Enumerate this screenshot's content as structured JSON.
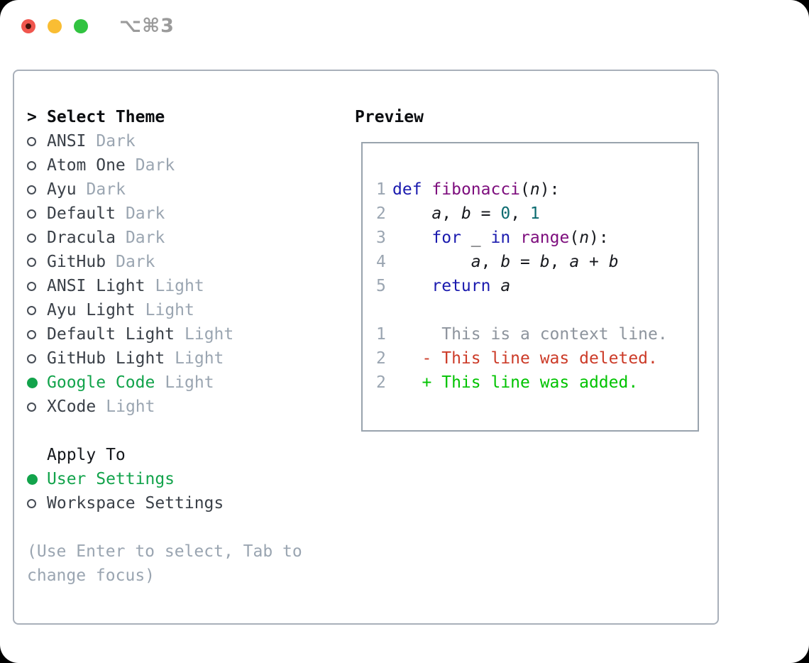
{
  "window": {
    "title": "⌥⌘3"
  },
  "theme_panel": {
    "header_prefix": ">",
    "header": "Select Theme",
    "themes": [
      {
        "name": "ANSI",
        "variant": "Dark",
        "selected": false
      },
      {
        "name": "Atom One",
        "variant": "Dark",
        "selected": false
      },
      {
        "name": "Ayu",
        "variant": "Dark",
        "selected": false
      },
      {
        "name": "Default",
        "variant": "Dark",
        "selected": false
      },
      {
        "name": "Dracula",
        "variant": "Dark",
        "selected": false
      },
      {
        "name": "GitHub",
        "variant": "Dark",
        "selected": false
      },
      {
        "name": "ANSI Light",
        "variant": "Light",
        "selected": false
      },
      {
        "name": "Ayu Light",
        "variant": "Light",
        "selected": false
      },
      {
        "name": "Default Light",
        "variant": "Light",
        "selected": false
      },
      {
        "name": "GitHub Light",
        "variant": "Light",
        "selected": false
      },
      {
        "name": "Google Code",
        "variant": "Light",
        "selected": true
      },
      {
        "name": "XCode",
        "variant": "Light",
        "selected": false
      }
    ],
    "apply_to": {
      "header": "Apply To",
      "options": [
        {
          "name": "User Settings",
          "selected": true
        },
        {
          "name": "Workspace Settings",
          "selected": false
        }
      ]
    },
    "help_lines": [
      "(Use Enter to select, Tab to",
      "change focus)"
    ]
  },
  "preview": {
    "header": "Preview",
    "code_lines": [
      {
        "num": "1",
        "tokens": [
          [
            "kw",
            "def"
          ],
          [
            "pl",
            " "
          ],
          [
            "fn",
            "fibonacci"
          ],
          [
            "pl",
            "("
          ],
          [
            "va",
            "n"
          ],
          [
            "pl",
            "):"
          ]
        ]
      },
      {
        "num": "2",
        "tokens": [
          [
            "pl",
            "    "
          ],
          [
            "va",
            "a"
          ],
          [
            "pl",
            ", "
          ],
          [
            "va",
            "b"
          ],
          [
            "pl",
            " = "
          ],
          [
            "nu",
            "0"
          ],
          [
            "pl",
            ", "
          ],
          [
            "nu",
            "1"
          ]
        ]
      },
      {
        "num": "3",
        "tokens": [
          [
            "pl",
            "    "
          ],
          [
            "kw",
            "for"
          ],
          [
            "pl",
            " "
          ],
          [
            "va",
            "_"
          ],
          [
            "pl",
            " "
          ],
          [
            "kw",
            "in"
          ],
          [
            "pl",
            " "
          ],
          [
            "fn",
            "range"
          ],
          [
            "pl",
            "("
          ],
          [
            "va",
            "n"
          ],
          [
            "pl",
            "):"
          ]
        ]
      },
      {
        "num": "4",
        "tokens": [
          [
            "pl",
            "        "
          ],
          [
            "va",
            "a"
          ],
          [
            "pl",
            ", "
          ],
          [
            "va",
            "b"
          ],
          [
            "pl",
            " = "
          ],
          [
            "va",
            "b"
          ],
          [
            "pl",
            ", "
          ],
          [
            "va",
            "a"
          ],
          [
            "pl",
            " + "
          ],
          [
            "va",
            "b"
          ]
        ]
      },
      {
        "num": "5",
        "tokens": [
          [
            "pl",
            "    "
          ],
          [
            "kw",
            "return"
          ],
          [
            "pl",
            " "
          ],
          [
            "va",
            "a"
          ]
        ]
      }
    ],
    "diff_lines": [
      {
        "num": "1",
        "text": "     This is a context line.",
        "type": "context"
      },
      {
        "num": "2",
        "text": "   - This line was deleted.",
        "type": "deleted"
      },
      {
        "num": "2",
        "text": "   + This line was added.",
        "type": "added"
      }
    ]
  },
  "colors": {
    "accent_green": "#12a34b",
    "muted": "#9aa5b1",
    "keyword": "#1a1aae",
    "function": "#7d0d7d",
    "number": "#0b6b70",
    "diff_context": "#8d949d",
    "diff_deleted": "#cc3b28",
    "diff_added": "#00c300",
    "traffic_red": "#f0564e",
    "traffic_yellow": "#f9bd33",
    "traffic_green": "#31c340"
  }
}
